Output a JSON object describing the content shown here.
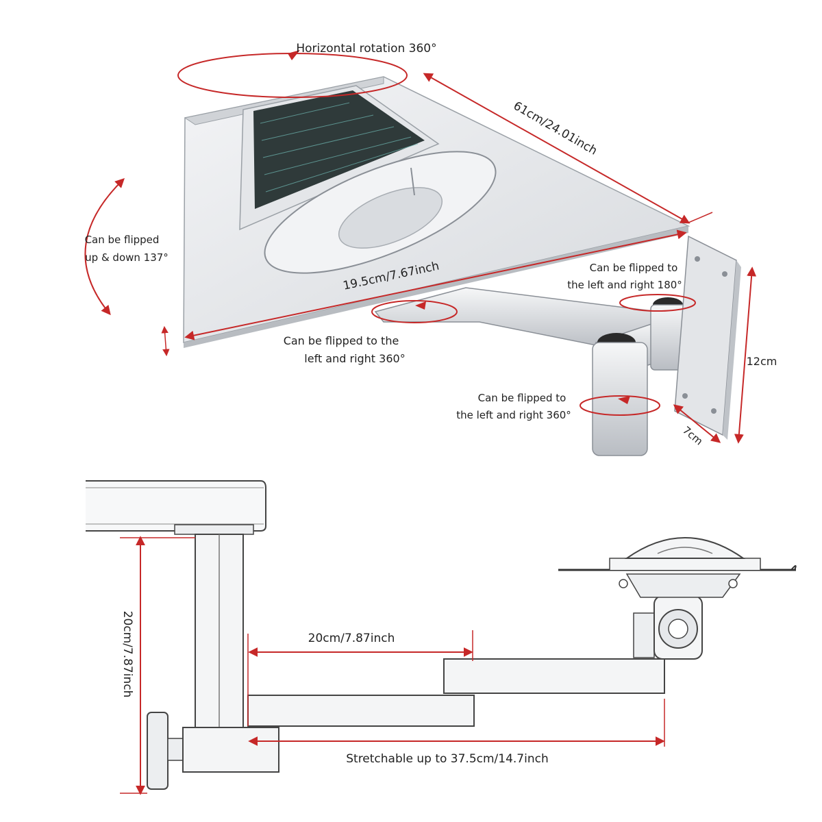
{
  "top": {
    "rotation_label": "Horizontal rotation 360°",
    "length_label": "61cm/24.01inch",
    "width_label": "19.5cm/7.67inch",
    "tilt_label_line1": "Can be flipped",
    "tilt_label_line2": "up & down 137°",
    "joint1_line1": "Can be flipped to the",
    "joint1_line2": "left and right 360°",
    "joint2_line1": "Can be flipped to",
    "joint2_line2": "the left and right 180°",
    "joint3_line1": "Can be flipped to",
    "joint3_line2": "the left and right 360°",
    "height_label": "12cm",
    "depth_label": "7cm"
  },
  "bottom": {
    "arm_length_label": "20cm/7.87inch",
    "vertical_label": "20cm/7.87inch",
    "stretch_label": "Stretchable up to 37.5cm/14.7inch"
  },
  "colors": {
    "annotation": "#c62828",
    "metal": "#e9ebee",
    "key": "#2f3a3a"
  }
}
